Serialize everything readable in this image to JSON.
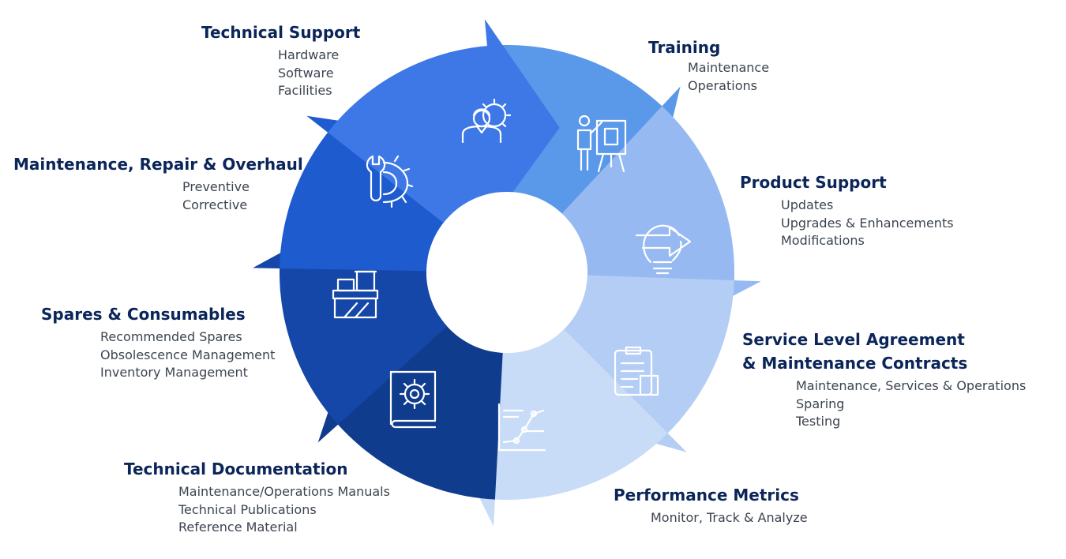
{
  "segments": [
    {
      "id": "technical-support",
      "title": "Technical Support",
      "items": [
        "Hardware",
        "Software",
        "Facilities"
      ],
      "color": "#3d78e6",
      "icon": "support-agent-gear-icon"
    },
    {
      "id": "training",
      "title": "Training",
      "items": [
        "Maintenance",
        "Operations"
      ],
      "color": "#5a98ea",
      "icon": "trainer-presentation-icon"
    },
    {
      "id": "product-support",
      "title": "Product Support",
      "items": [
        "Updates",
        "Upgrades & Enhancements",
        "Modifications"
      ],
      "color": "#97b9f1",
      "icon": "lightbulb-arrow-icon"
    },
    {
      "id": "service-level-agreement",
      "title": "Service Level Agreement",
      "title2": "& Maintenance Contracts",
      "items": [
        "Maintenance, Services & Operations",
        "Sparing",
        "Testing"
      ],
      "color": "#b4cdf4",
      "icon": "clipboard-contract-icon"
    },
    {
      "id": "performance-metrics",
      "title": "Performance Metrics",
      "items": [
        "Monitor, Track & Analyze"
      ],
      "color": "#c8dcf8",
      "icon": "line-chart-icon"
    },
    {
      "id": "technical-documentation",
      "title": "Technical Documentation",
      "items": [
        "Maintenance/Operations Manuals",
        "Technical Publications",
        "Reference Material"
      ],
      "color": "#103c8e",
      "icon": "manual-book-gear-icon"
    },
    {
      "id": "spares-consumables",
      "title": "Spares & Consumables",
      "items": [
        "Recommended Spares",
        "Obsolescence Management",
        "Inventory Management"
      ],
      "color": "#1547a8",
      "icon": "stacked-boxes-icon"
    },
    {
      "id": "maintenance-repair-overhaul",
      "title": "Maintenance, Repair & Overhaul",
      "items": [
        "Preventive",
        "Corrective"
      ],
      "color": "#1d5bcf",
      "icon": "wrench-gear-icon"
    }
  ]
}
